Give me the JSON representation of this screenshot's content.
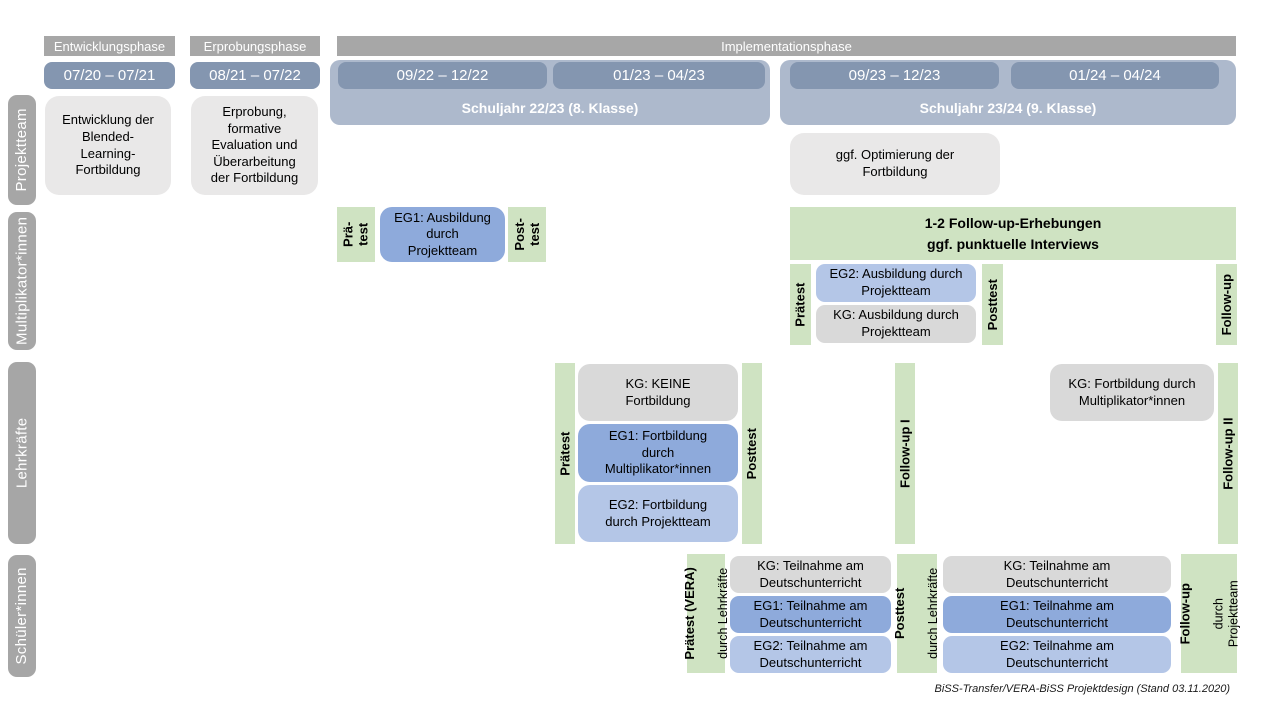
{
  "palette": {
    "phase_bar": "#a7a7a7",
    "period_pill": "#8496b0",
    "year_band": "#adb9cc",
    "project_box": "#e9e8e8",
    "kg_box": "#d9d9d9",
    "eg1_box": "#8eaadb",
    "eg2_box": "#b4c6e7",
    "test_green": "#cfe3c2",
    "row_label_bar": "#a6a6a6"
  },
  "phases": {
    "entwicklung": "Entwicklungsphase",
    "erprobung": "Erprobungsphase",
    "implementation": "Implementationsphase"
  },
  "periods": {
    "p1": "07/20 – 07/21",
    "p2": "08/21 – 07/22",
    "p3": "09/22 – 12/22",
    "p4": "01/23 – 04/23",
    "p5": "09/23 – 12/23",
    "p6": "01/24 – 04/24"
  },
  "school_years": {
    "y1": "Schuljahr 22/23 (8. Klasse)",
    "y2": "Schuljahr 23/24 (9. Klasse)"
  },
  "row_labels": {
    "projektteam": "Projektteam",
    "multiplikatoren": "Multiplikator*innen",
    "lehrkraefte": "Lehrkräfte",
    "schueler": "Schüler*innen"
  },
  "projektteam": {
    "entwicklung": "Entwicklung der\nBlended-\nLearning-\nFortbildung",
    "erprobung": "Erprobung,\nformative\nEvaluation und\nÜberarbeitung\nder Fortbildung",
    "optimierung": "ggf. Optimierung der\nFortbildung"
  },
  "multiplikatoren": {
    "praetest_1": "Prä-\ntest",
    "eg1": "EG1: Ausbildung\ndurch\nProjektteam",
    "posttest_1": "Post-\ntest",
    "followup_erhebungen": "1-2 Follow-up-Erhebungen\nggf. punktuelle Interviews",
    "praetest_2": "Prätest",
    "eg2": "EG2: Ausbildung durch\nProjektteam",
    "kg": "KG: Ausbildung durch\nProjektteam",
    "posttest_2": "Posttest",
    "followup": "Follow-up"
  },
  "lehrkraefte": {
    "praetest": "Prätest",
    "kg1": "KG: KEINE\nFortbildung",
    "eg1": "EG1: Fortbildung\ndurch\nMultiplikator*innen",
    "eg2": "EG2: Fortbildung\ndurch Projektteam",
    "posttest": "Posttest",
    "followup1": "Follow-up I",
    "kg2": "KG: Fortbildung durch\nMultiplikator*innen",
    "followup2": "Follow-up II"
  },
  "schueler": {
    "praetest_main": "Prätest (VERA)",
    "praetest_sub": "durch Lehrkräfte",
    "kg1": "KG: Teilnahme am\nDeutschunterricht",
    "eg1_1": "EG1: Teilnahme am\nDeutschunterricht",
    "eg2_1": "EG2: Teilnahme am\nDeutschunterricht",
    "posttest_main": "Posttest",
    "posttest_sub": "durch Lehrkräfte",
    "kg2": "KG: Teilnahme am\nDeutschunterricht",
    "eg1_2": "EG1: Teilnahme am\nDeutschunterricht",
    "eg2_2": "EG2: Teilnahme am\nDeutschunterricht",
    "followup_main": "Follow-up",
    "followup_sub": "durch\nProjektteam"
  },
  "caption": "BiSS-Transfer/VERA-BiSS Projektdesign (Stand 03.11.2020)"
}
